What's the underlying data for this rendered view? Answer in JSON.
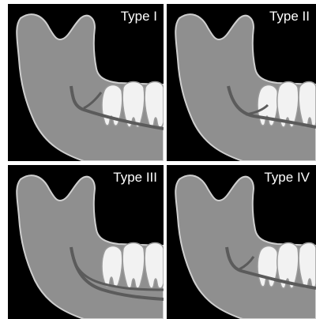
{
  "panels": [
    {
      "label": "Type I",
      "variant": "type-1"
    },
    {
      "label": "Type II",
      "variant": "type-2"
    },
    {
      "label": "Type III",
      "variant": "type-3"
    },
    {
      "label": "Type IV",
      "variant": "type-4"
    }
  ],
  "colors": {
    "background": "#000000",
    "divider": "#ffffff",
    "bone": "#8f8f8f",
    "bone_edge": "#cfcfcf",
    "canal": "#5b5b5b",
    "tooth": "#f2f2f2",
    "tooth_shadow": "#9a9a9a",
    "label": "#ffffff"
  }
}
